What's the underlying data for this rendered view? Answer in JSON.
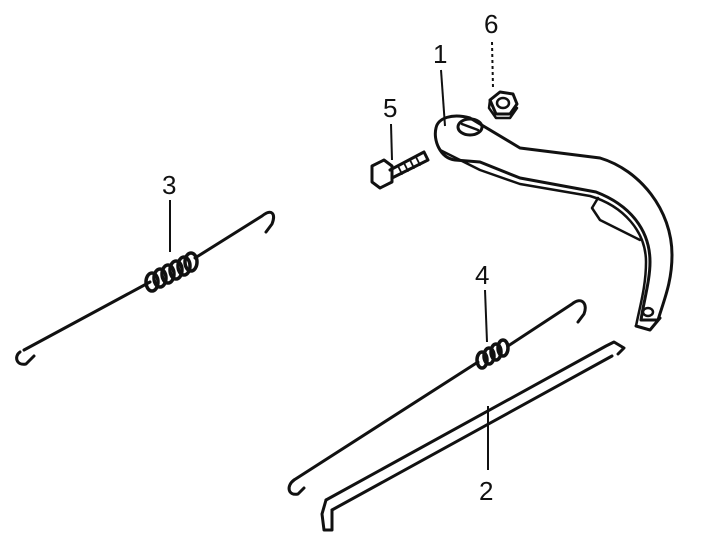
{
  "callouts": {
    "c1": "1",
    "c2": "2",
    "c3": "3",
    "c4": "4",
    "c5": "5",
    "c6": "6"
  },
  "colors": {
    "ink": "#111111",
    "background": "#ffffff"
  }
}
